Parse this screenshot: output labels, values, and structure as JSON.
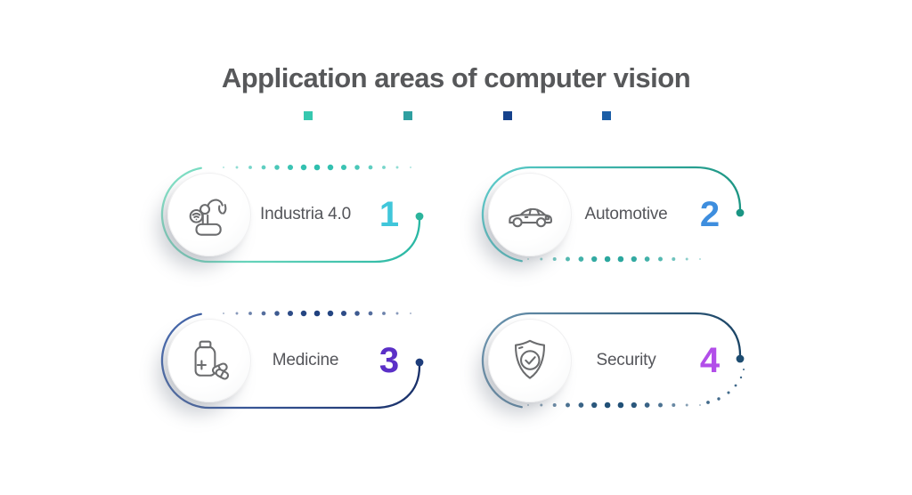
{
  "title": "Application areas of computer vision",
  "palette": {
    "background": "#ffffff",
    "title_color": "#57585a",
    "label_color": "#54555a",
    "icon_stroke": "#6b6c6e"
  },
  "legend_squares": [
    {
      "name": "accent-square-1",
      "color": "#36c8af"
    },
    {
      "name": "accent-square-2",
      "color": "#2f9fa0"
    },
    {
      "name": "accent-square-3",
      "color": "#15418c"
    },
    {
      "name": "accent-square-4",
      "color": "#1c5ea6"
    }
  ],
  "cards": [
    {
      "label": "Industria 4.0",
      "number": "1",
      "icon": "robot-arm-icon",
      "variant": "solid-bottom",
      "number_color": "#40c6da",
      "line_gradient": [
        "#8ae3c8",
        "#1fb3a0"
      ],
      "dot_color": "#2fbfae",
      "end_dot_color": "#2cb49c"
    },
    {
      "label": "Automotive",
      "number": "2",
      "icon": "car-icon",
      "variant": "solid-top",
      "number_color": "#3e8ede",
      "line_gradient": [
        "#5fcfcf",
        "#16907c"
      ],
      "dot_color": "#2ba79e",
      "end_dot_color": "#1a9583"
    },
    {
      "label": "Medicine",
      "number": "3",
      "icon": "medicine-icon",
      "variant": "solid-bottom",
      "number_color": "#5b30c7",
      "line_gradient": [
        "#4a6cb0",
        "#142a62"
      ],
      "dot_color": "#20417f",
      "end_dot_color": "#1e3d7b"
    },
    {
      "label": "Security",
      "number": "4",
      "icon": "shield-check-icon",
      "variant": "solid-top",
      "dotted_tail": true,
      "number_color": "#b24ee9",
      "line_gradient": [
        "#6f98b2",
        "#123c5e"
      ],
      "dot_color": "#215077",
      "end_dot_color": "#1d4c70"
    }
  ]
}
